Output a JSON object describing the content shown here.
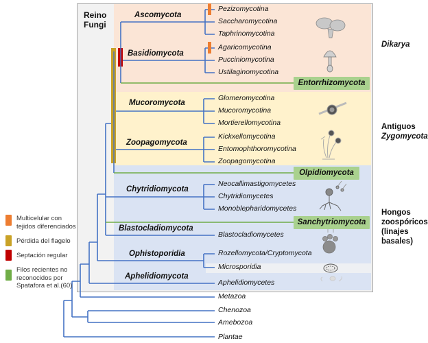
{
  "kingdom_label": "Reino\nFungi",
  "kingdom_label_lines": [
    "Reino",
    "Fungi"
  ],
  "colors": {
    "branch": "#4472c4",
    "new_phyla_line": "#70ad47",
    "new_phyla_box": "#a9d18e",
    "dikarya_bg": "#fbe5d6",
    "zygo_bg": "#fff2cc",
    "basal_bg": "#dae3f3",
    "fungi_bg": "#f2f2f2",
    "multicellular": "#ed7d31",
    "flagellum_loss": "#c9a227",
    "septation": "#c00000",
    "recent_phyla": "#70ad47"
  },
  "groups": {
    "dikarya": "Dikarya",
    "zygomycota": {
      "line1": "Antiguos",
      "line2": "Zygomycota"
    },
    "basal": {
      "line1": "Hongos",
      "line2": "zoospóricos",
      "line3": "(linajes",
      "line4": "basales)"
    }
  },
  "phyla": {
    "ascomycota": "Ascomycota",
    "basidiomycota": "Basidiomycota",
    "mucoromycota": "Mucoromycota",
    "zoopagomycota": "Zoopagomycota",
    "chytridiomycota": "Chytridiomycota",
    "blastocladiomycota": "Blastocladiomycota",
    "ophistoporidia": "Ophistoporidia",
    "aphelidiomycota": "Aphelidiomycota"
  },
  "new_phyla": {
    "entorrhizomycota": "Entorrhizomycota",
    "olpidiomycota": "Olpidiomycota",
    "sanchytriomycota": "Sanchytriomycota"
  },
  "subphyla": {
    "pezizomycotina": "Pezizomycotina",
    "saccharomycotina": "Saccharomycotina",
    "taphrinomycotina": "Taphrinomycotina",
    "agaricomycotina": "Agaricomycotina",
    "pucciniomycotina": "Pucciniomycotina",
    "ustilaginomycotina": "Ustilaginomycotina",
    "glomeromycotina": "Glomeromycotina",
    "mucoromycotina": "Mucoromycotina",
    "mortierellomycotina": "Mortierellomycotina",
    "kickxellomycotina": "Kickxellomycotina",
    "entomophthoromycotina": "Entomophthoromycotina",
    "zoopagomycotina": "Zoopagomycotina",
    "neocallimastigomycetes": "Neocallimastigomycetes",
    "chytridiomycetes": "Chytridiomycetes",
    "monoblepharidomycetes": "Monoblepharidomycetes",
    "blastocladiomycetes": "Blastocladiomycetes",
    "rozellomycota": "Rozellomycota/Cryptomycota",
    "microsporidia": "Microsporidia",
    "aphelidiomycetes": "Aphelidiomycetes"
  },
  "outgroups": {
    "metazoa": "Metazoa",
    "chenozoa": "Chenozoa",
    "amebozoa": "Amebozoa",
    "plantae": "Plantae"
  },
  "legend": [
    {
      "key": "multicellular",
      "lines": [
        "Multicelular con",
        "tejidos diferenciados"
      ]
    },
    {
      "key": "flagellum_loss",
      "lines": [
        "Pérdida del flagelo"
      ]
    },
    {
      "key": "septation",
      "lines": [
        "Septación regular"
      ]
    },
    {
      "key": "recent_phyla",
      "lines": [
        "Filos recientes no",
        "reconocidos por",
        "Spatafora et al.(60)"
      ]
    }
  ],
  "illustrations": [
    "cup-fungus-icon",
    "mushroom-icon",
    "spore-hypha-icon",
    "sporangia-icon",
    "chytrid-icon",
    "blastoclad-icon",
    "microsporidia-spore-icon",
    "aphelid-icon"
  ]
}
